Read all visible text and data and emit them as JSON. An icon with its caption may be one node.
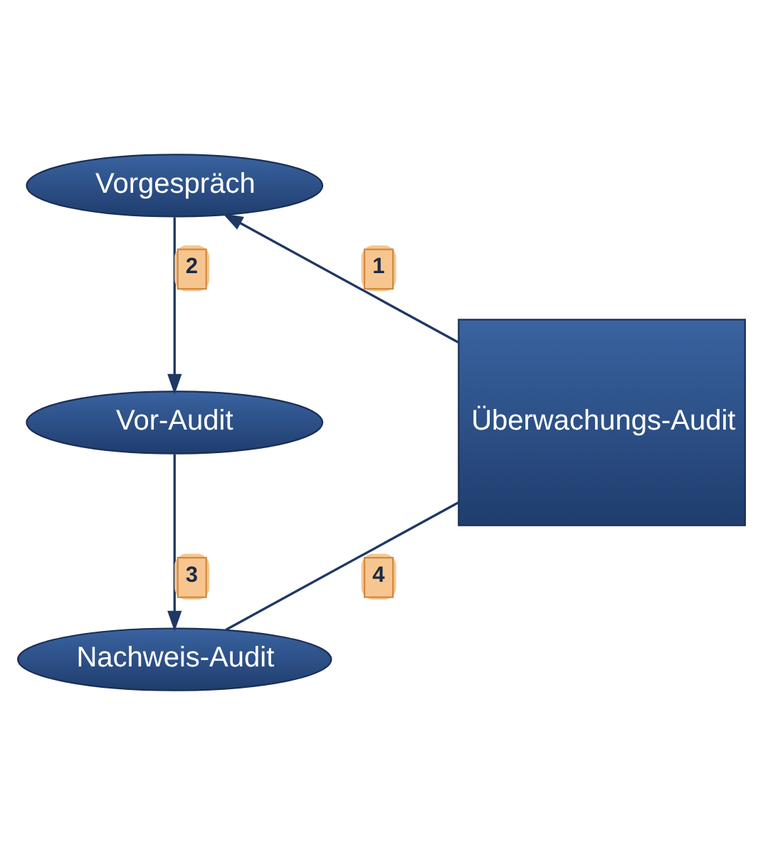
{
  "diagram": {
    "nodes": [
      {
        "text": [
          "Vorgespräch"
        ]
      },
      {
        "text": [
          "Vor-Audit"
        ]
      },
      {
        "text": [
          "Nachweis-Audit"
        ]
      },
      {
        "text": [
          "Überwachungs-Audit"
        ]
      }
    ],
    "edges": [
      {
        "from": 3,
        "to": 0,
        "arrow": "to",
        "label": "1"
      },
      {
        "from": 0,
        "to": 1,
        "arrow": "to",
        "label": "2"
      },
      {
        "from": 1,
        "to": 2,
        "arrow": "to",
        "label": "3"
      },
      {
        "from": 2,
        "to": 3,
        "arrow": "none",
        "label": "4"
      }
    ]
  }
}
